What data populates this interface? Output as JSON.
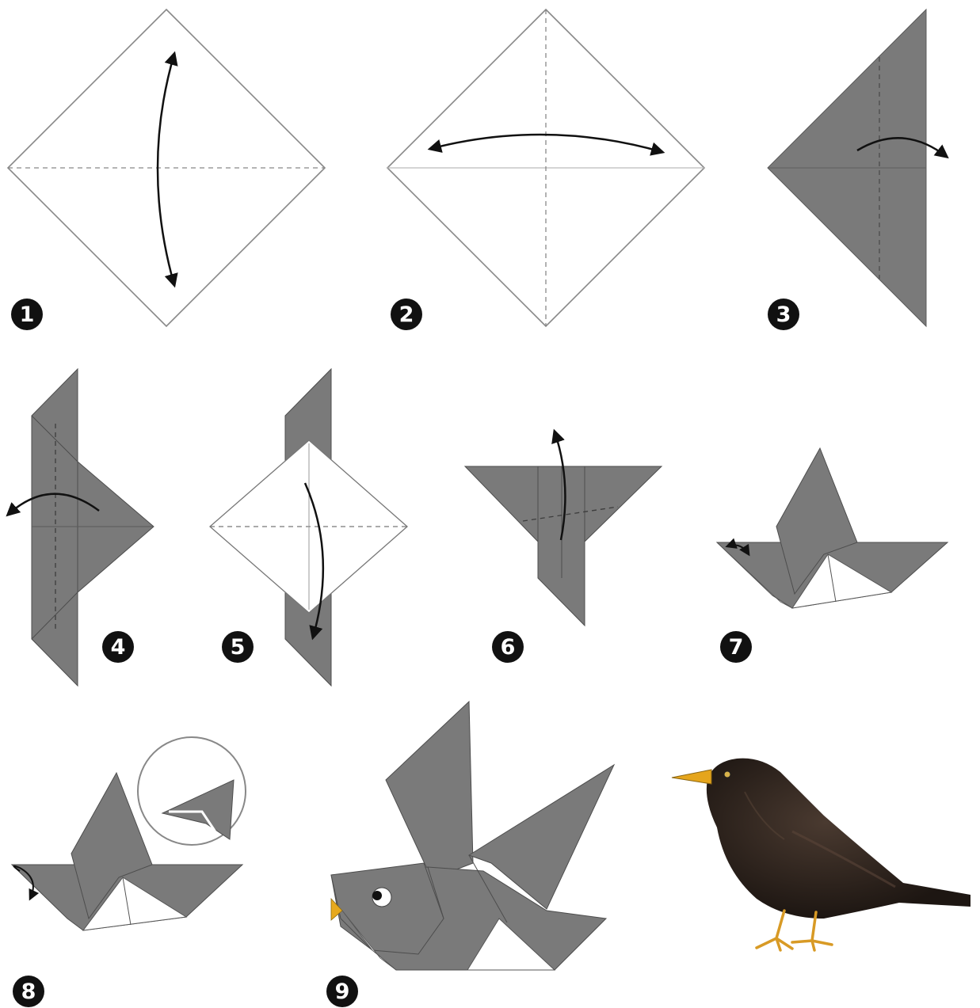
{
  "colors": {
    "paper_gray": "#7a7a7a",
    "paper_white": "#ffffff",
    "line": "#111111",
    "crease": "#666666"
  },
  "steps": [
    {
      "number": "1"
    },
    {
      "number": "2"
    },
    {
      "number": "3"
    },
    {
      "number": "4"
    },
    {
      "number": "5"
    },
    {
      "number": "6"
    },
    {
      "number": "7"
    },
    {
      "number": "8"
    },
    {
      "number": "9"
    }
  ],
  "finished_model": "origami-bird",
  "reference_picture": "blackbird-illustration"
}
